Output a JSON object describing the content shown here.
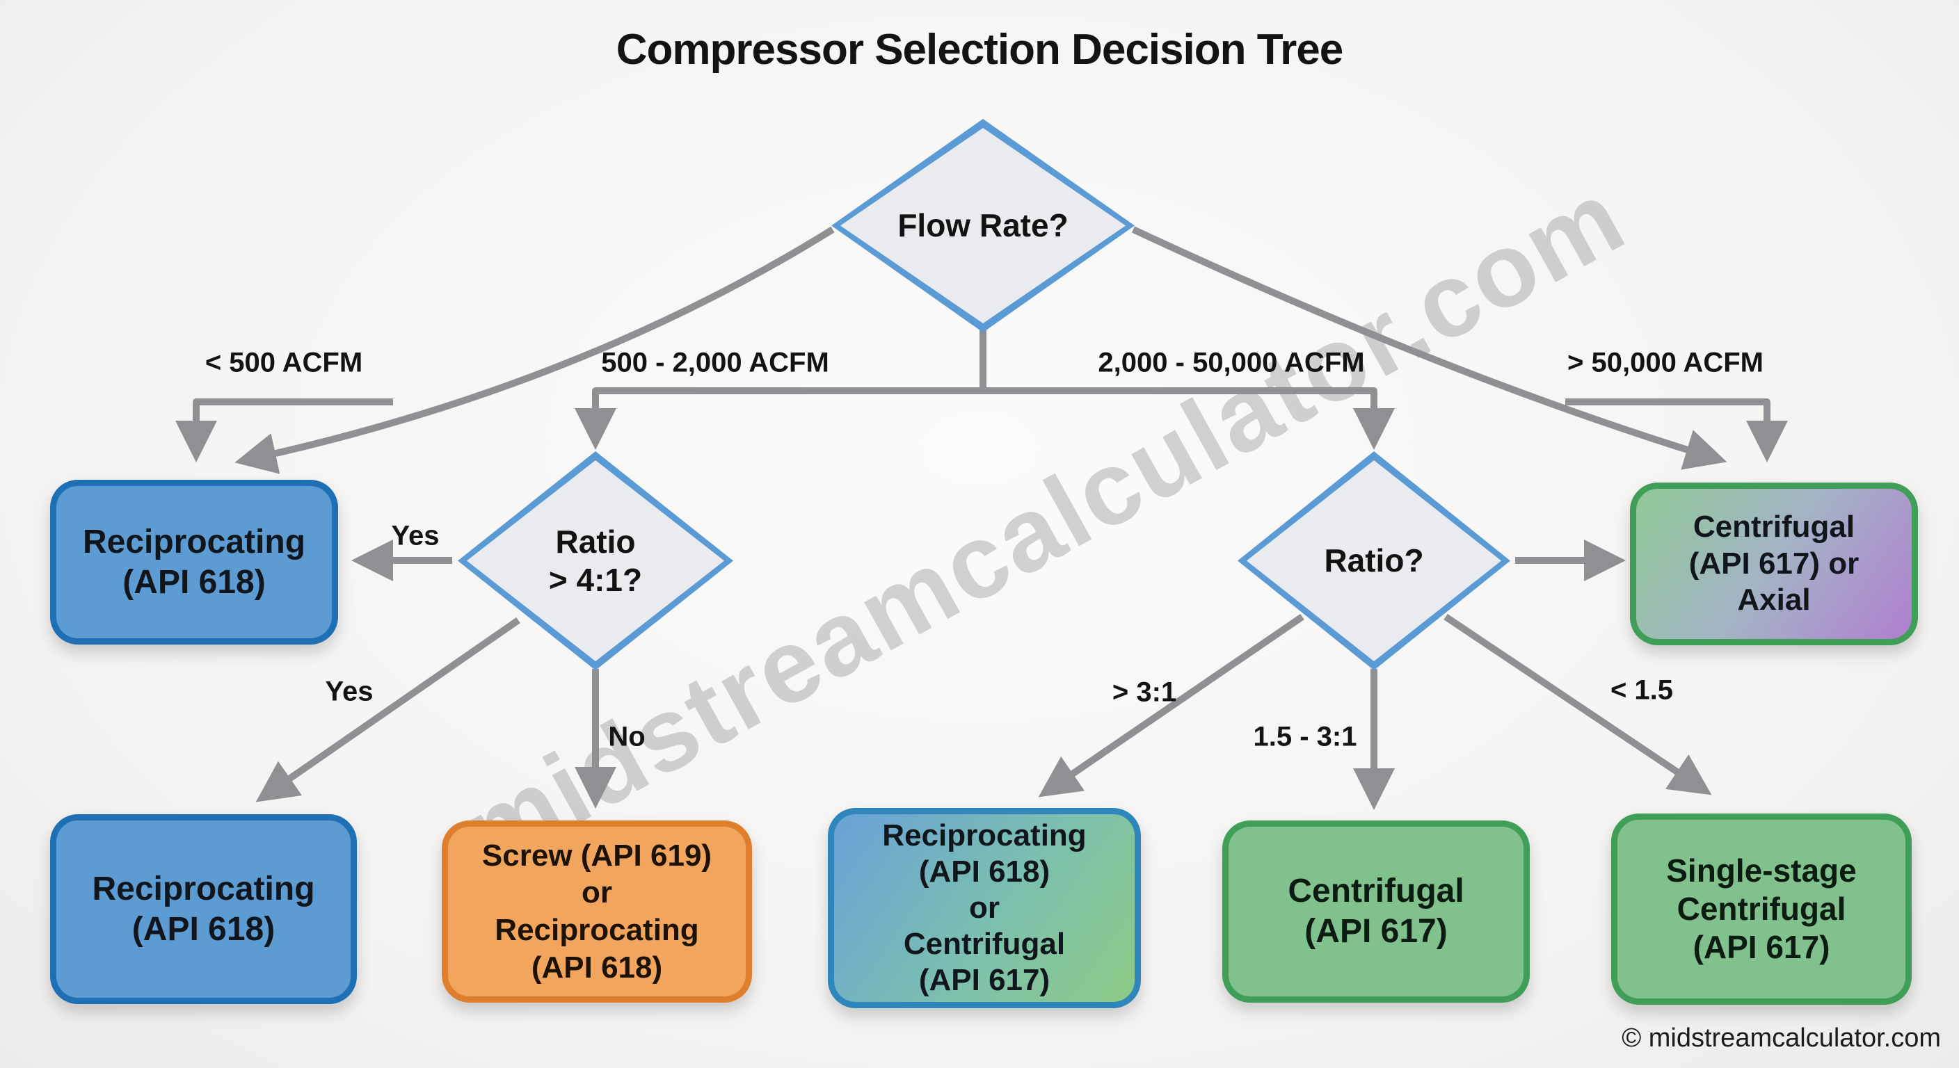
{
  "title": "Compressor Selection Decision Tree",
  "watermark": "midstreamcalculator.com",
  "copyright": "© midstreamcalculator.com",
  "colors": {
    "diamond_fill": "#e9ebef",
    "diamond_border": "#5b9bd5",
    "blue_fill": "#5d9bd3",
    "blue_border": "#1e6fb4",
    "orange_fill": "#f2a55c",
    "orange_border": "#df7f2e",
    "green_fill": "#81c18d",
    "green_border": "#3f9e58",
    "bluegreen_start": "#68a2d8",
    "bluegreen_end": "#8ecb86",
    "greenpurple_start": "#8fc996",
    "greenpurple_end": "#b07fd0",
    "arrow": "#8f9093"
  },
  "diamonds": {
    "flow_rate": "Flow Rate?",
    "ratio_4_1": "Ratio\n> 4:1?",
    "ratio": "Ratio?"
  },
  "edge_labels": {
    "flow_lt_500": "< 500 ACFM",
    "flow_500_2000": "500 - 2,000 ACFM",
    "flow_2000_50000": "2,000 - 50,000 ACFM",
    "flow_gt_50000": "> 50,000 ACFM",
    "ratio41_yes_side": "Yes",
    "ratio41_yes_diagonal": "Yes",
    "ratio41_no": "No",
    "ratio_gt_3": "> 3:1",
    "ratio_15_3": "1.5 - 3:1",
    "ratio_lt_15": "< 1.5"
  },
  "boxes": {
    "reciprocating_top": "Reciprocating\n(API 618)",
    "centrifugal_or_axial": "Centrifugal\n(API 617) or\nAxial",
    "reciprocating_bottom": "Reciprocating\n(API 618)",
    "screw_or_reciprocating": "Screw (API 619)\nor\nReciprocating\n(API 618)",
    "reciprocating_or_centrifugal": "Reciprocating\n(API 618)\nor\nCentrifugal\n(API 617)",
    "centrifugal": "Centrifugal\n(API 617)",
    "single_stage_centrifugal": "Single-stage\nCentrifugal\n(API 617)"
  }
}
